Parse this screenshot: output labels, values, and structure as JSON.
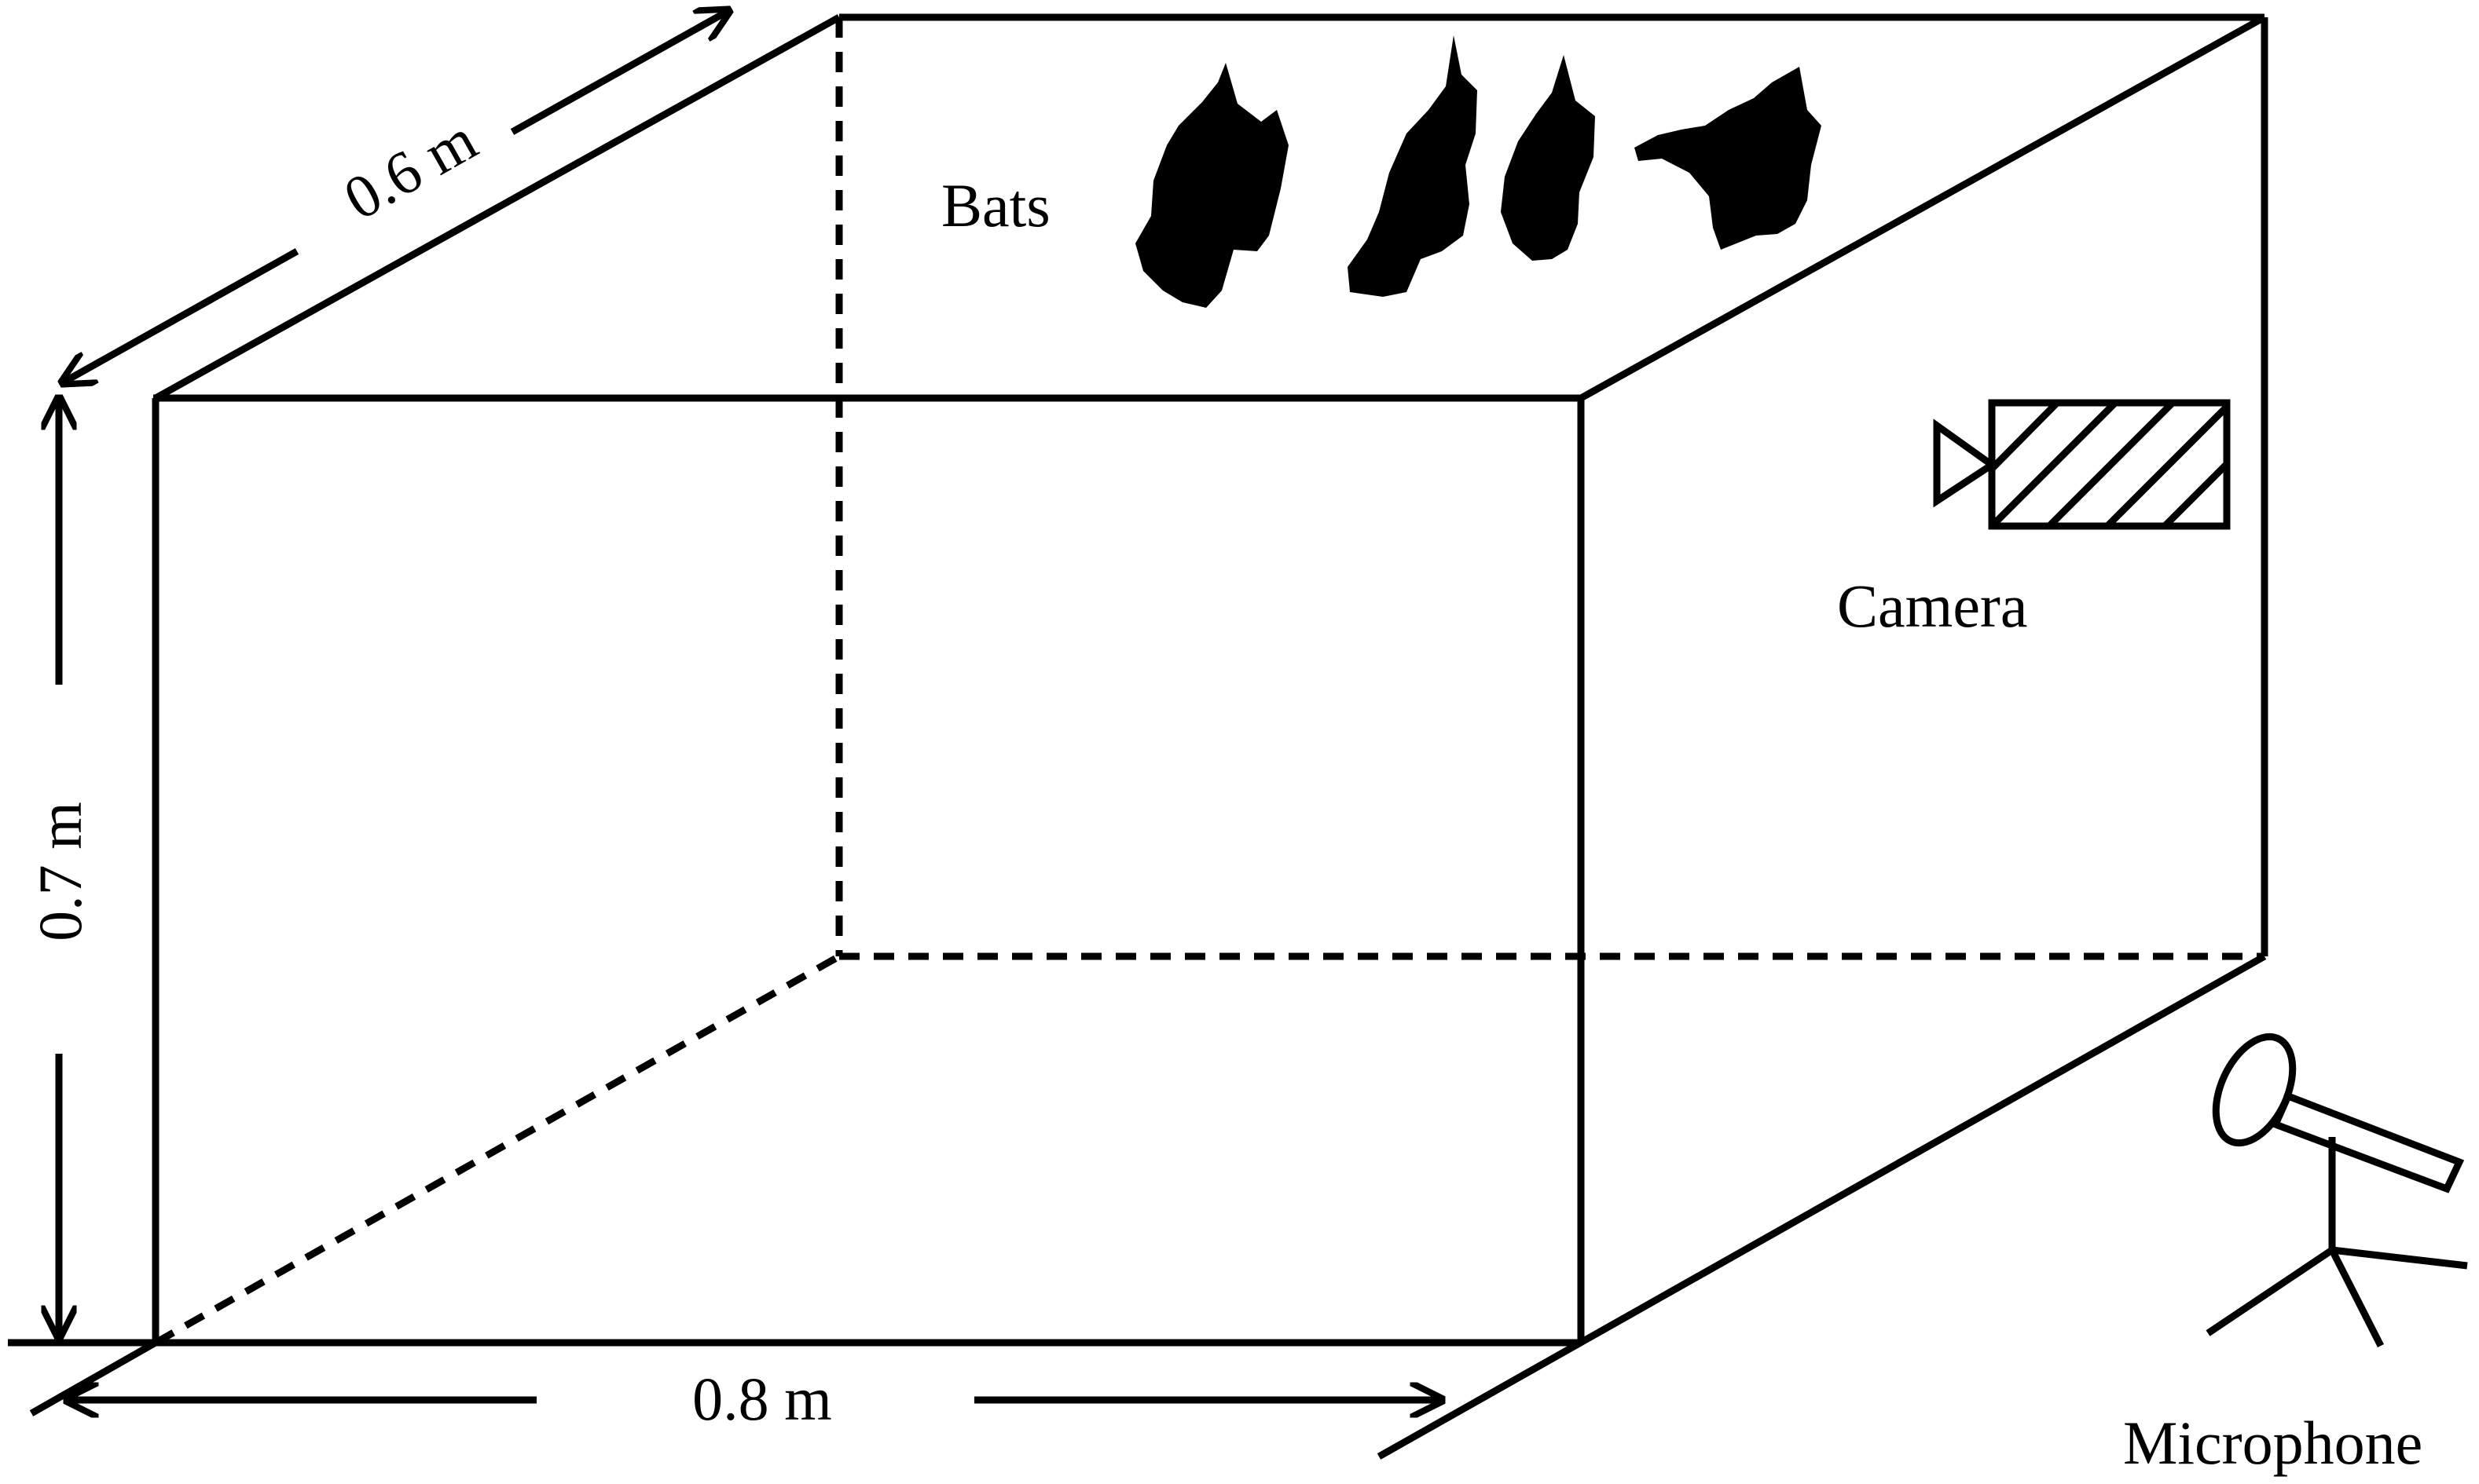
{
  "diagram": {
    "labels": {
      "bats": "Bats",
      "camera": "Camera",
      "microphone": "Microphone"
    },
    "dimensions": {
      "depth": "0.6 m",
      "height": "0.7 m",
      "width": "0.8 m"
    },
    "colors": {
      "stroke": "#000000",
      "background": "#ffffff"
    },
    "icons": [
      "bat-icon",
      "camera-icon",
      "microphone-icon"
    ]
  }
}
